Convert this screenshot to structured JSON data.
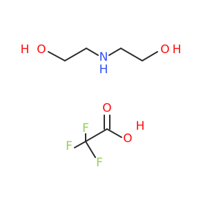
{
  "molecule_1": {
    "atoms": {
      "o_left": "O",
      "h_left": "H",
      "n": "N",
      "h_n": "H",
      "o_right": "O",
      "h_right": "H"
    }
  },
  "molecule_2": {
    "atoms": {
      "f_top": "F",
      "f_left": "F",
      "f_bottom": "F",
      "o_carbonyl": "O",
      "o_hydroxyl": "O",
      "h_hydroxyl": "H"
    }
  },
  "colors": {
    "bond": "#2b2b2b",
    "oxygen": "#ff0d0d",
    "nitrogen": "#3050f8",
    "fluorine": "#8fd14f",
    "hydrogen": "#7f7f7f"
  }
}
